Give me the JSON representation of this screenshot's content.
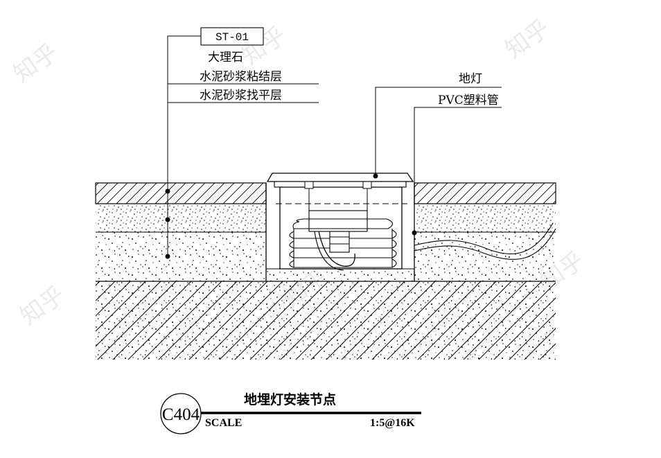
{
  "callouts": {
    "tag": "ST-01",
    "layer_1": "大理石",
    "layer_2": "水泥砂浆粘结层",
    "layer_3": "水泥砂浆找平层",
    "light": "地灯",
    "pipe": "PVC塑料管"
  },
  "title_block": {
    "code": "C404",
    "title": "地埋灯安装节点",
    "scale_label": "SCALE",
    "scale_value": "1:5@16K"
  },
  "watermark": "知乎"
}
